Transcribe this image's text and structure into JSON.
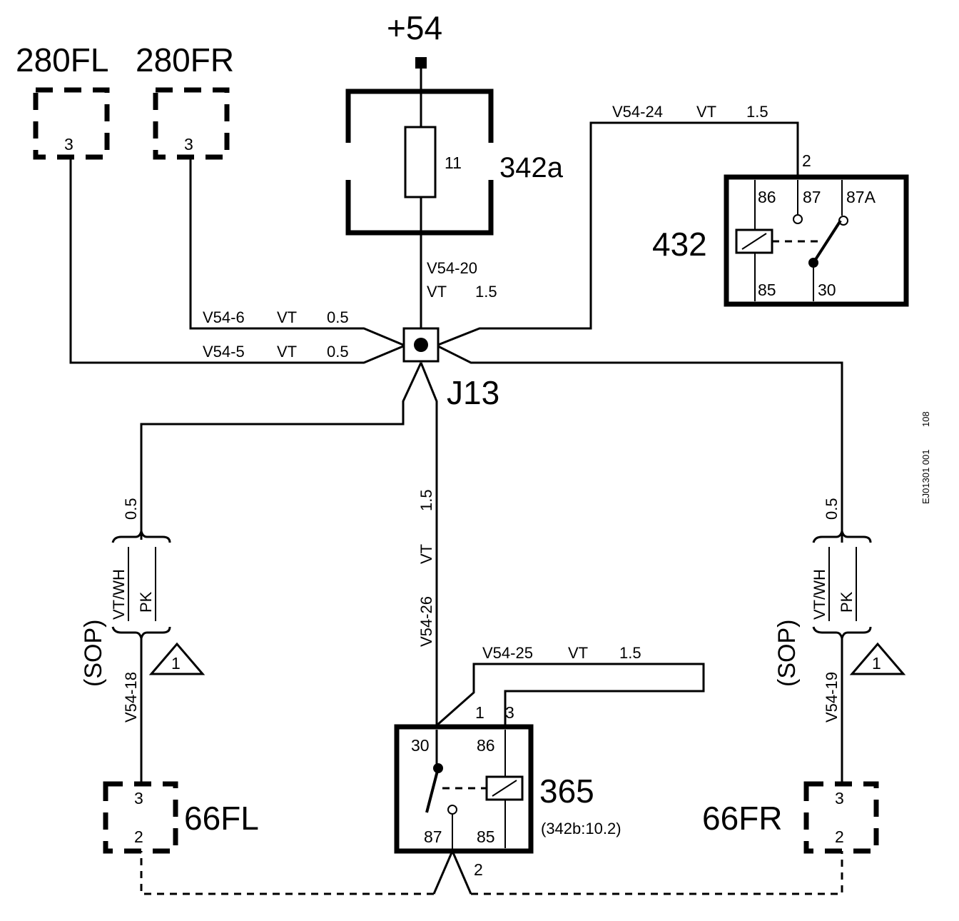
{
  "supply": {
    "label": "+54"
  },
  "fuse_block": {
    "id": "342a",
    "fuse": "11"
  },
  "speakers_top": [
    {
      "id": "280FL",
      "pin": "3"
    },
    {
      "id": "280FR",
      "pin": "3"
    }
  ],
  "splice": {
    "id": "J13"
  },
  "relay_432": {
    "id": "432",
    "input_pin": "2",
    "pins": {
      "p86": "86",
      "p87": "87",
      "p87a": "87A",
      "p85": "85",
      "p30": "30"
    }
  },
  "relay_365": {
    "id": "365",
    "ref": "(342b:10.2)",
    "top_pins": {
      "p1": "1",
      "p3": "3"
    },
    "pins": {
      "p30": "30",
      "p86": "86",
      "p87": "87",
      "p85": "85"
    },
    "output_pin": "2"
  },
  "speakers_bottom": [
    {
      "id": "66FL",
      "pin_top": "3",
      "pin_bottom": "2"
    },
    {
      "id": "66FR",
      "pin_top": "3",
      "pin_bottom": "2"
    }
  ],
  "wires": {
    "v54_20": {
      "name": "V54-20",
      "color": "VT",
      "size": "1.5"
    },
    "v54_6": {
      "name": "V54-6",
      "color": "VT",
      "size": "0.5"
    },
    "v54_5": {
      "name": "V54-5",
      "color": "VT",
      "size": "0.5"
    },
    "v54_24": {
      "name": "V54-24",
      "color": "VT",
      "size": "1.5"
    },
    "v54_25": {
      "name": "V54-25",
      "color": "VT",
      "size": "1.5"
    },
    "v54_26": {
      "name": "V54-26",
      "color": "VT",
      "size": "1.5"
    },
    "v54_18": {
      "name": "V54-18",
      "option": "(SOP)",
      "color_a": "VT/WH",
      "color_b": "PK",
      "size": "0.5"
    },
    "v54_19": {
      "name": "V54-19",
      "option": "(SOP)",
      "color_a": "VT/WH",
      "color_b": "PK",
      "size": "0.5"
    }
  },
  "notes": {
    "triangle": "1"
  },
  "drawing_ref": {
    "code": "EJ01301 001",
    "num": "108"
  }
}
